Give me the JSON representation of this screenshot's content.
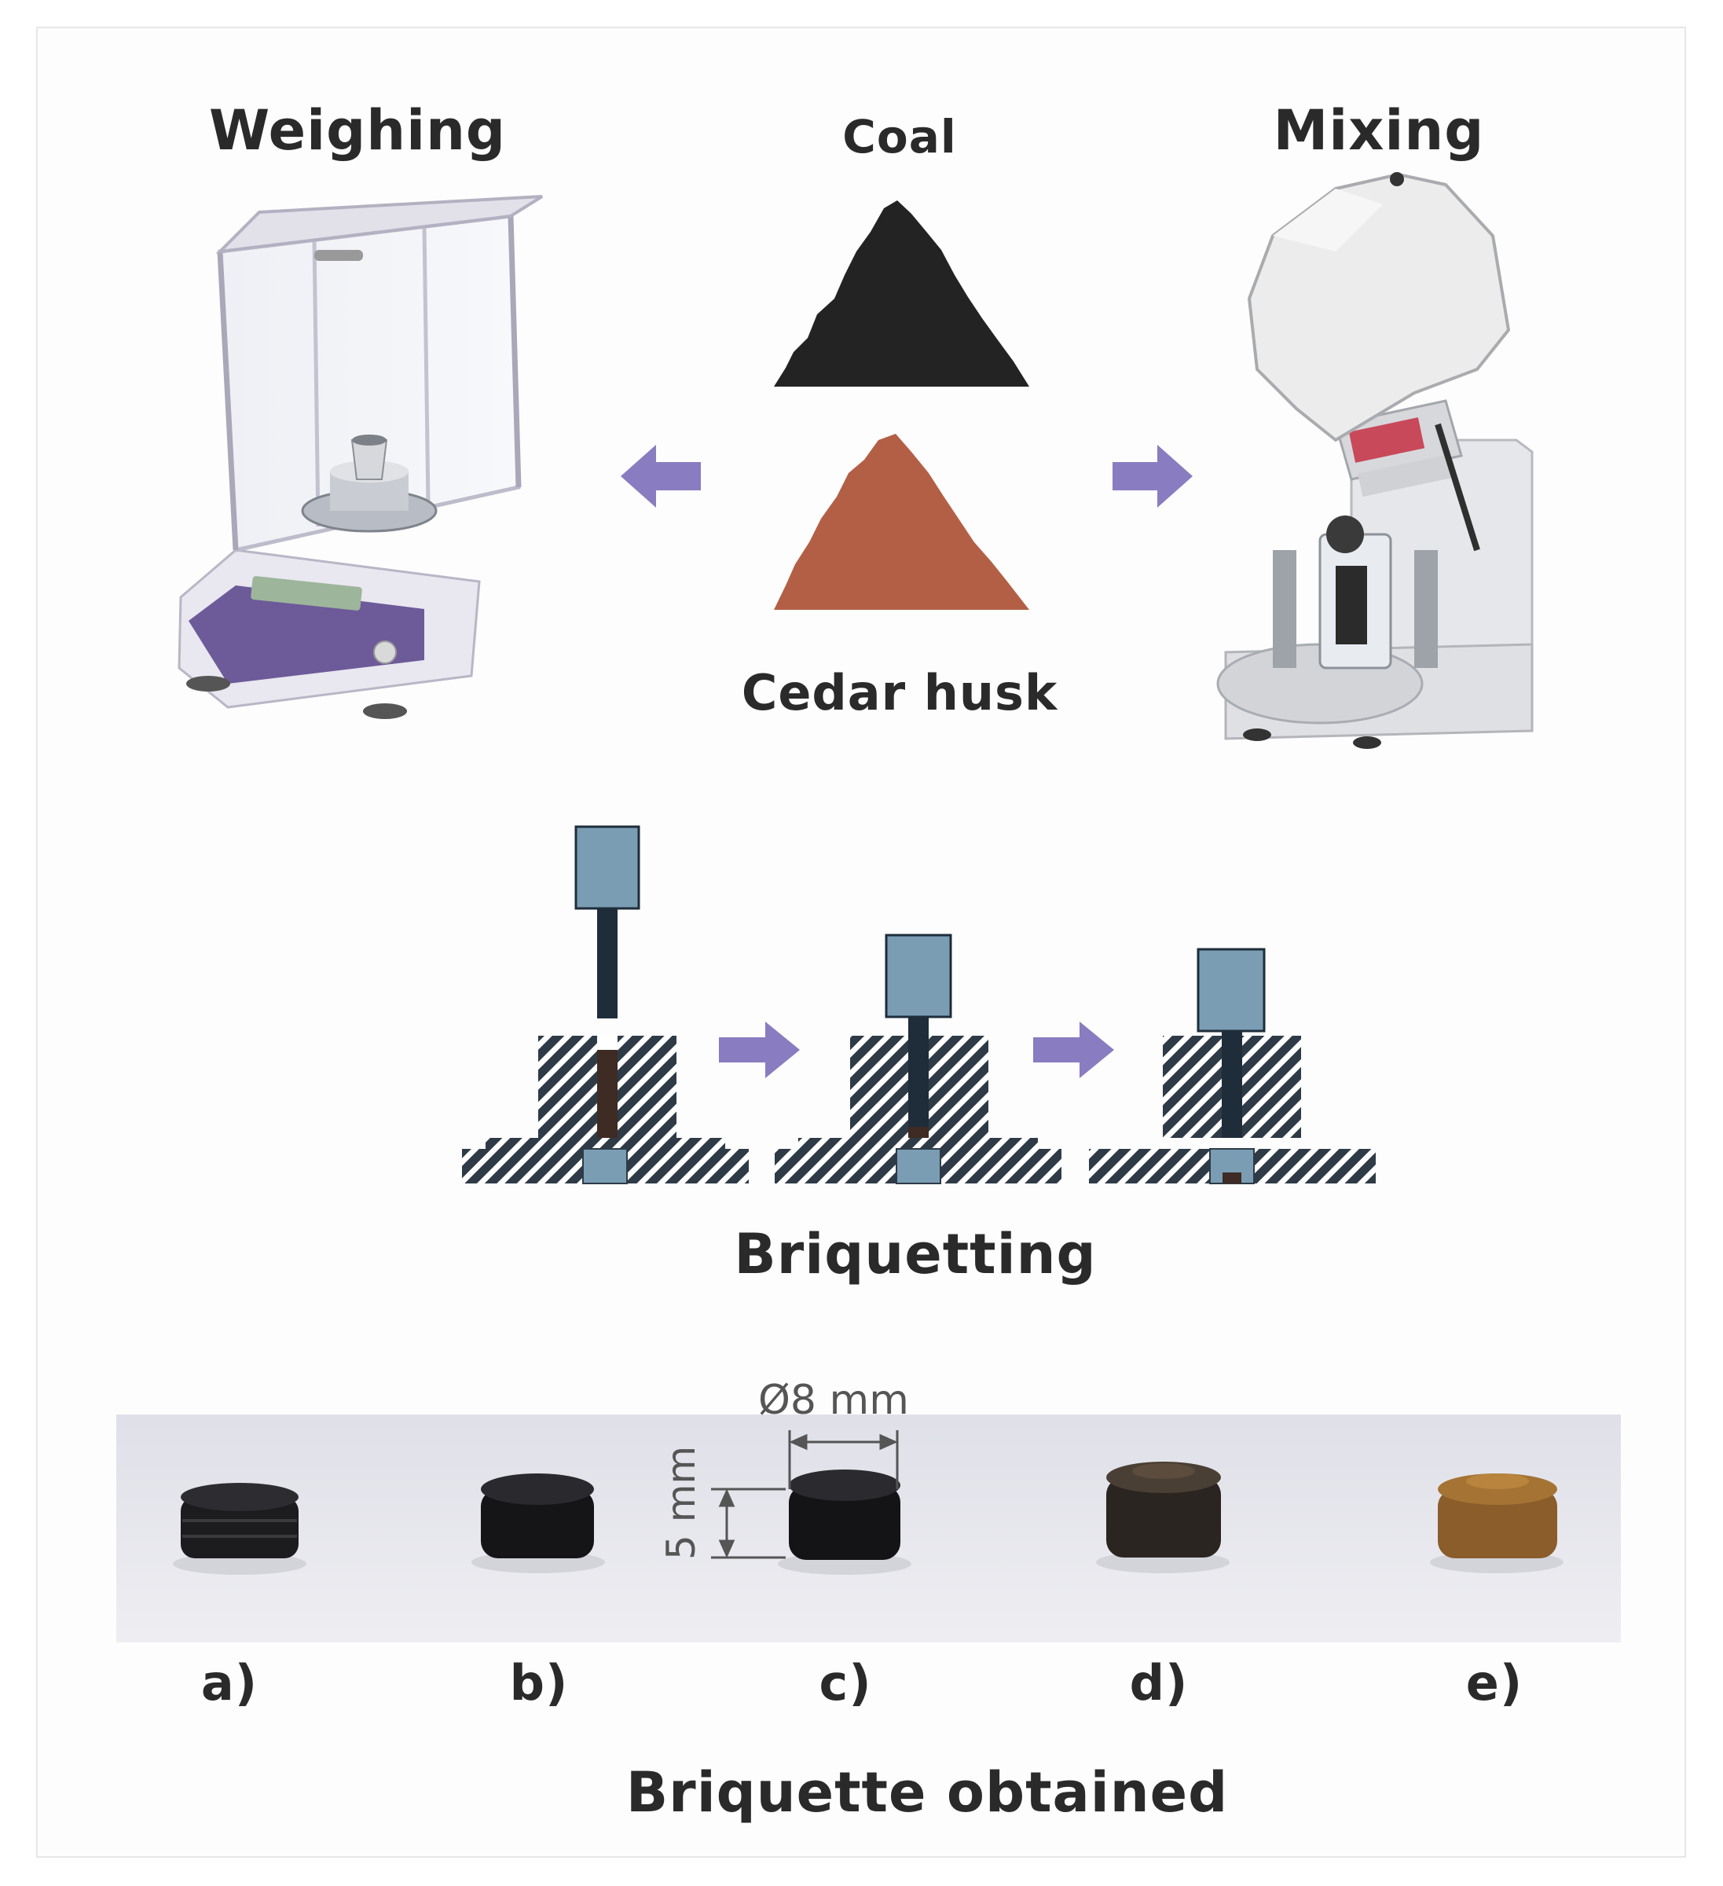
{
  "top": {
    "weighing": "Weighing",
    "coal": "Coal",
    "mixing": "Mixing",
    "cedar": "Cedar husk"
  },
  "middle": {
    "title": "Briquetting"
  },
  "bottom": {
    "diameter": "Ø8 mm",
    "height": "5 mm",
    "samples": [
      "a)",
      "b)",
      "c)",
      "d)",
      "e)"
    ],
    "title": "Briquette obtained"
  },
  "colors": {
    "arrow": "#8a7cc0",
    "coal": "#232323",
    "cedar": "#b35f46",
    "ram_head": "#7a9db4",
    "ram_rod": "#1f2d3a",
    "hatch": "#2e3b47",
    "photo_bg": "#e5e6ec"
  },
  "icons": [
    "balance-icon",
    "mill-icon",
    "arrow-left-icon",
    "arrow-right-icon"
  ]
}
